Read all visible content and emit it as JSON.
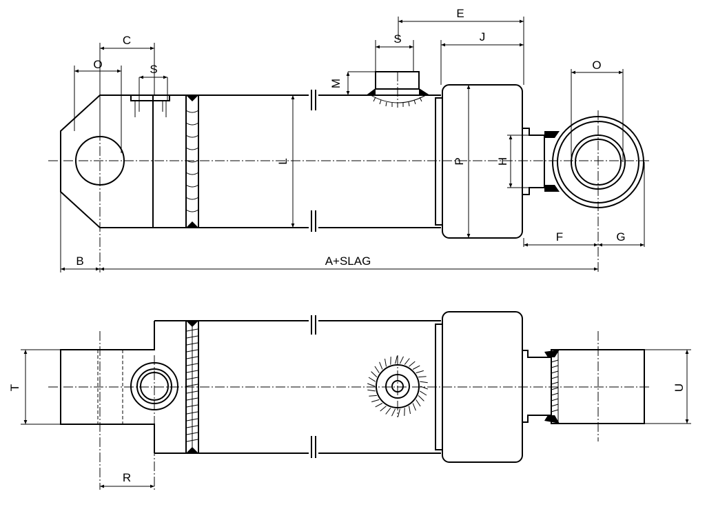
{
  "dimensions": {
    "A": "A+SLAG",
    "B": "B",
    "C": "C",
    "E": "E",
    "F": "F",
    "G": "G",
    "H": "H",
    "J": "J",
    "L": "L",
    "M": "M",
    "O": "O",
    "P": "P",
    "R": "R",
    "S": "S",
    "T": "T",
    "U": "U"
  }
}
